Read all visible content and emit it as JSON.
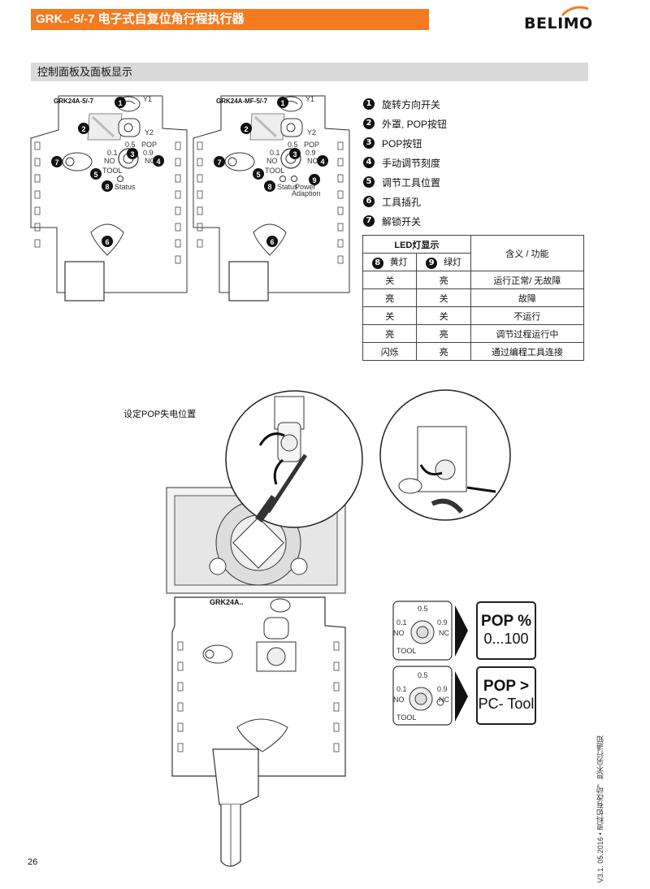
{
  "header": {
    "title": "GRK..-5/-7 电子式自复位角行程执行器",
    "logo": "BELIMO",
    "accent_color": "#f47b20"
  },
  "section": {
    "title": "控制面板及面板显示"
  },
  "diagrams": {
    "left_model": "GRK24A-5/-7",
    "right_model": "GRK24A-MF-5/-7",
    "pop_label": "POP",
    "scale": {
      "v05": "0.5",
      "v01": "0.1",
      "v09": "0.9",
      "no": "NO",
      "nc": "NC",
      "tool": "TOOL"
    },
    "status_label": "Status",
    "power_label": "Power",
    "adaption_label": "Adaption",
    "y1": "Y1",
    "y2": "Y2"
  },
  "legend": [
    {
      "num": "1",
      "label": "旋转方向开关"
    },
    {
      "num": "2",
      "label": "外罩, POP按钮"
    },
    {
      "num": "3",
      "label": "POP按钮"
    },
    {
      "num": "4",
      "label": "手动调节刻度"
    },
    {
      "num": "5",
      "label": "调节工具位置"
    },
    {
      "num": "6",
      "label": "工具插孔"
    },
    {
      "num": "7",
      "label": "解锁开关"
    }
  ],
  "led_table": {
    "group_header": "LED灯显示",
    "yellow": {
      "num": "8",
      "label": "黄灯"
    },
    "green": {
      "num": "9",
      "label": "绿灯"
    },
    "meaning_header": "含义 / 功能",
    "rows": [
      {
        "yellow": "关",
        "green": "亮",
        "meaning": "运行正常/ 无故障"
      },
      {
        "yellow": "亮",
        "green": "关",
        "meaning": "故障"
      },
      {
        "yellow": "关",
        "green": "关",
        "meaning": "不运行"
      },
      {
        "yellow": "亮",
        "green": "亮",
        "meaning": "调节过程运行中"
      },
      {
        "yellow": "闪烁",
        "green": "亮",
        "meaning": "通过编程工具连接"
      }
    ]
  },
  "setup": {
    "caption": "设定POP失电位置",
    "device_label": "GRK24A.."
  },
  "pop_panels": [
    {
      "line1": "POP %",
      "line2": "0...100"
    },
    {
      "line1": "POP >",
      "line2": "PC- Tool"
    }
  ],
  "footer": {
    "page_number": "26",
    "version": "V3.1. 05.2016 • 资料如有改动，恕不另行通知"
  }
}
